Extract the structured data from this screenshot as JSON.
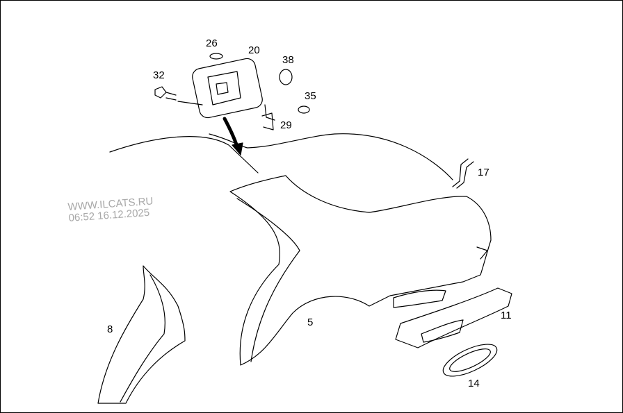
{
  "diagram": {
    "watermark": {
      "line1": "WWW.ILCATS.RU",
      "line2": "06:52 16.12.2025"
    },
    "part_labels": [
      {
        "id": "26",
        "part": "clip"
      },
      {
        "id": "20",
        "part": "fuel-filler-housing"
      },
      {
        "id": "38",
        "part": "grommet"
      },
      {
        "id": "32",
        "part": "bolt"
      },
      {
        "id": "35",
        "part": "bumper-stop"
      },
      {
        "id": "29",
        "part": "bracket"
      },
      {
        "id": "17",
        "part": "bracket"
      },
      {
        "id": "8",
        "part": "inner-wheel-arch"
      },
      {
        "id": "5",
        "part": "rear-side-panel"
      },
      {
        "id": "11",
        "part": "rear-panel-trim"
      },
      {
        "id": "14",
        "part": "light-housing-frame"
      }
    ]
  }
}
